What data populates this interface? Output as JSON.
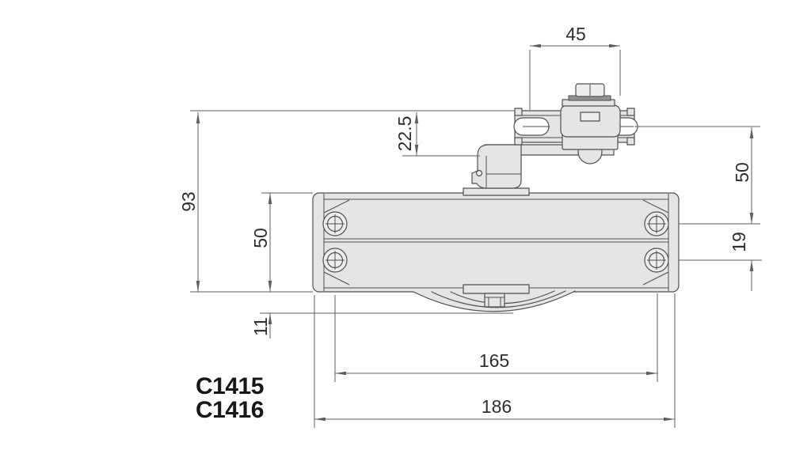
{
  "product_codes": {
    "primary": "C1415",
    "secondary": "C1416"
  },
  "dimensions": {
    "bracket_slot_spacing": "45",
    "bracket_to_arm_drop": "22.5",
    "overall_height": "93",
    "body_height": "50",
    "bracket_to_screw_row": "50",
    "screw_row_gap": "19",
    "cover_projection": "11",
    "fixing_hole_spacing": "165",
    "body_length": "186"
  },
  "colors": {
    "line": "#4f4f4f",
    "dim-line": "#5e5e5e",
    "fill-light": "#e5e5e5",
    "fill-lighter": "#ededed",
    "fill-dark": "#919191",
    "dim-text": "#2e2e2e",
    "code-text": "#171717",
    "background": "#ffffff"
  }
}
